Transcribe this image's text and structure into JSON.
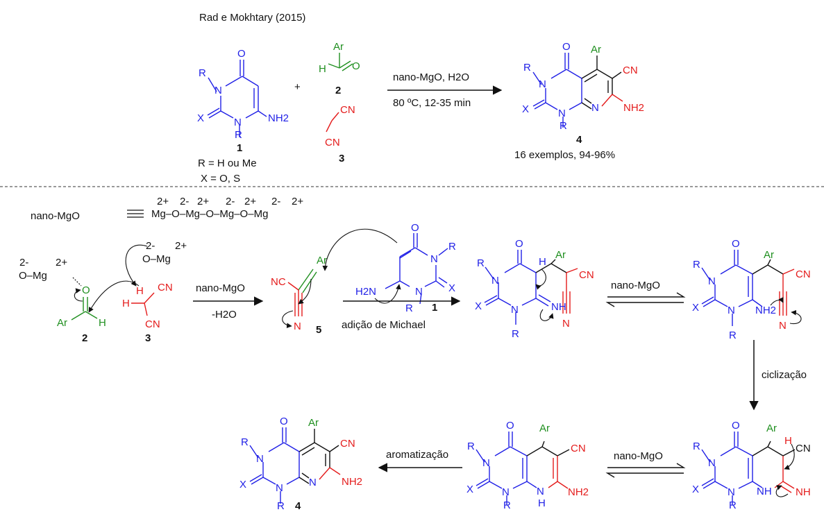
{
  "colors": {
    "blue": "#1f1fe6",
    "red": "#e41b1b",
    "green": "#1f8f1f",
    "black": "#111111"
  },
  "header": {
    "title": "Rad e Mokhtary (2015)",
    "plus": "+",
    "r_def": "R = H ou Me",
    "x_def": "X = O, S",
    "yield": "16 exemplos, 94-96%"
  },
  "labels": {
    "n1": "1",
    "n2": "2",
    "n3": "3",
    "n4": "4",
    "n5": "5"
  },
  "atoms": {
    "O": "O",
    "R": "R",
    "N": "N",
    "X": "X",
    "Ar": "Ar",
    "H": "H",
    "CN": "CN",
    "NC": "NC",
    "NH2": "NH2",
    "H2N": "H2N",
    "NH": "NH"
  },
  "conditions": {
    "top_above": "nano-MgO, H2O",
    "top_below": "80 ºC, 12-35 min",
    "step1_above": "nano-MgO",
    "step1_below": "-H2O",
    "michael": "adição de Michael",
    "eq": "nano-MgO",
    "cyclization": "ciclização",
    "aromatization": "aromatização"
  },
  "catalyst": {
    "label": "nano-MgO",
    "chain": "Mg–O–Mg–O–Mg–O–Mg",
    "mg_charge": "2+",
    "o_charge": "2-"
  }
}
